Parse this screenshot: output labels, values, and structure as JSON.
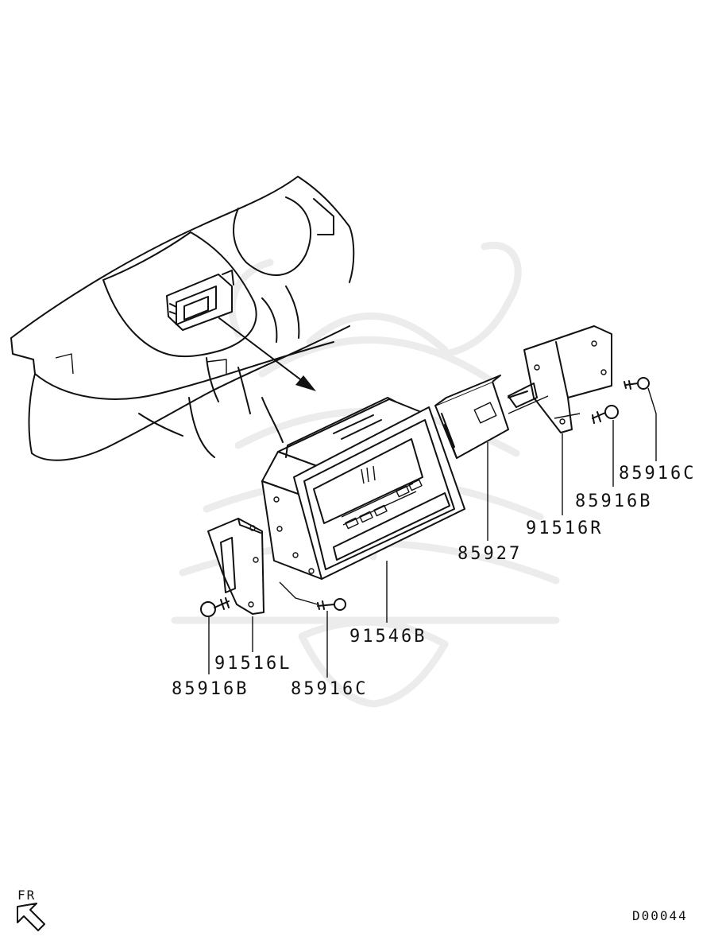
{
  "diagram": {
    "parts": {
      "p1": "85916C",
      "p2": "85916B",
      "p3": "91516R",
      "p4": "85927",
      "p5": "91546B",
      "p6": "91516L",
      "p7": "85916B",
      "p8": "85916C"
    },
    "direction_label": "FR",
    "diagram_code": "D00044"
  },
  "icons": {
    "direction": "front-arrow-icon",
    "watermark": "samurai-helmet-watermark-icon"
  },
  "colors": {
    "line": "#111111",
    "background": "#ffffff",
    "watermark": "#ececec"
  }
}
